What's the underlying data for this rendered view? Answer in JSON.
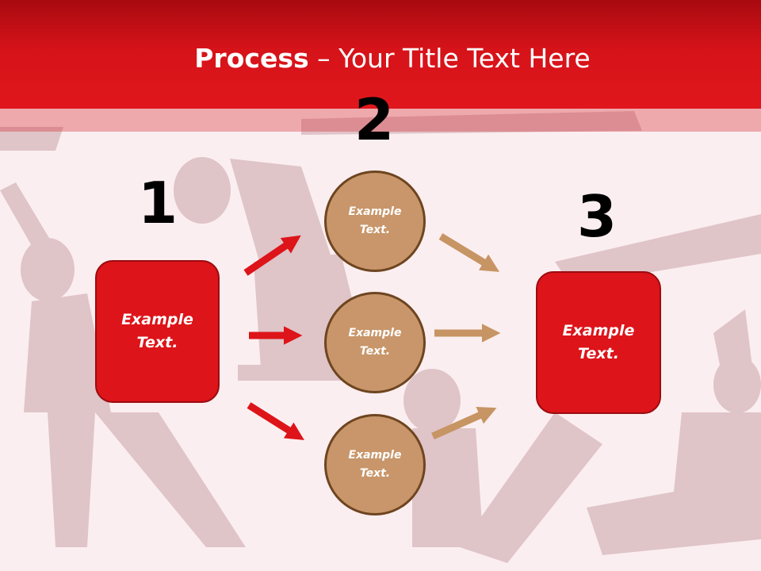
{
  "title": {
    "bold": "Process",
    "dash": " – ",
    "rest": "Your Title Text Here"
  },
  "steps": {
    "one": {
      "number": "1",
      "box_line1": "Example",
      "box_line2": "Text."
    },
    "two": {
      "number": "2",
      "circles": [
        {
          "line1": "Example",
          "line2": "Text."
        },
        {
          "line1": "Example",
          "line2": "Text."
        },
        {
          "line1": "Example",
          "line2": "Text."
        }
      ]
    },
    "three": {
      "number": "3",
      "box_line1": "Example",
      "box_line2": "Text."
    }
  },
  "colors": {
    "header_red": "#d51319",
    "box_red": "#dd1419",
    "circle_tan": "#c8966a",
    "arrow_red": "#dd1419",
    "arrow_tan": "#c79463",
    "background": "#fbeef0"
  },
  "icons": {
    "arrow_shape": "right-arrow-icon"
  }
}
